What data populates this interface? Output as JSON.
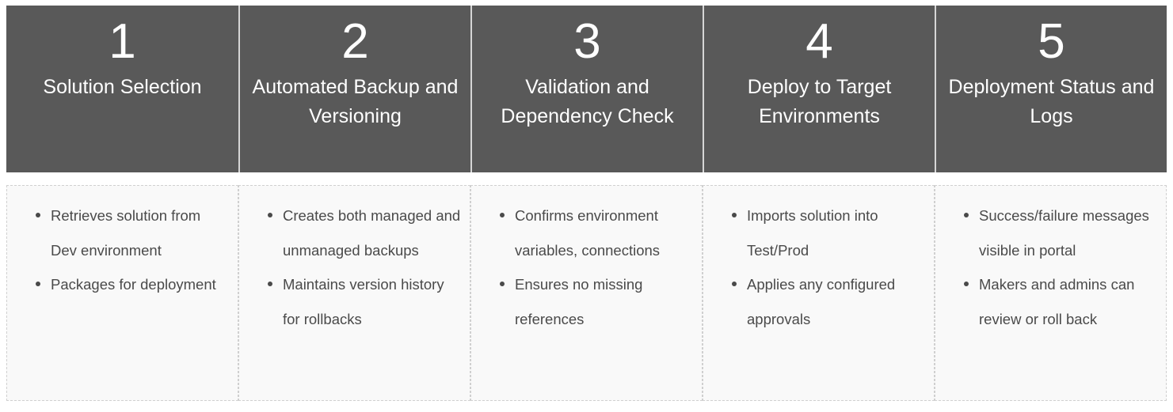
{
  "diagram": {
    "type": "process-steps",
    "step_count": 5,
    "colors": {
      "header_background": "#595959",
      "header_text": "#ffffff",
      "body_background": "#f9f9f9",
      "body_border": "#d0d0d0",
      "body_text": "#4a4a4a",
      "separator": "#d6d6d6"
    },
    "steps": [
      {
        "number": "1",
        "title": "Solution Selection",
        "bullets": [
          "Retrieves solution from Dev environment",
          "Packages for deployment"
        ]
      },
      {
        "number": "2",
        "title": "Automated Backup and Versioning",
        "bullets": [
          "Creates both managed and unmanaged backups",
          "Maintains version history for rollbacks"
        ]
      },
      {
        "number": "3",
        "title": "Validation and Dependency Check",
        "bullets": [
          "Confirms environment variables, connections",
          "Ensures no missing references"
        ]
      },
      {
        "number": "4",
        "title": "Deploy to Target Environments",
        "bullets": [
          "Imports solution into Test/Prod",
          "Applies any configured approvals"
        ]
      },
      {
        "number": "5",
        "title": "Deployment Status and Logs",
        "bullets": [
          "Success/failure messages visible in portal",
          "Makers and admins can review or roll back"
        ]
      }
    ]
  }
}
